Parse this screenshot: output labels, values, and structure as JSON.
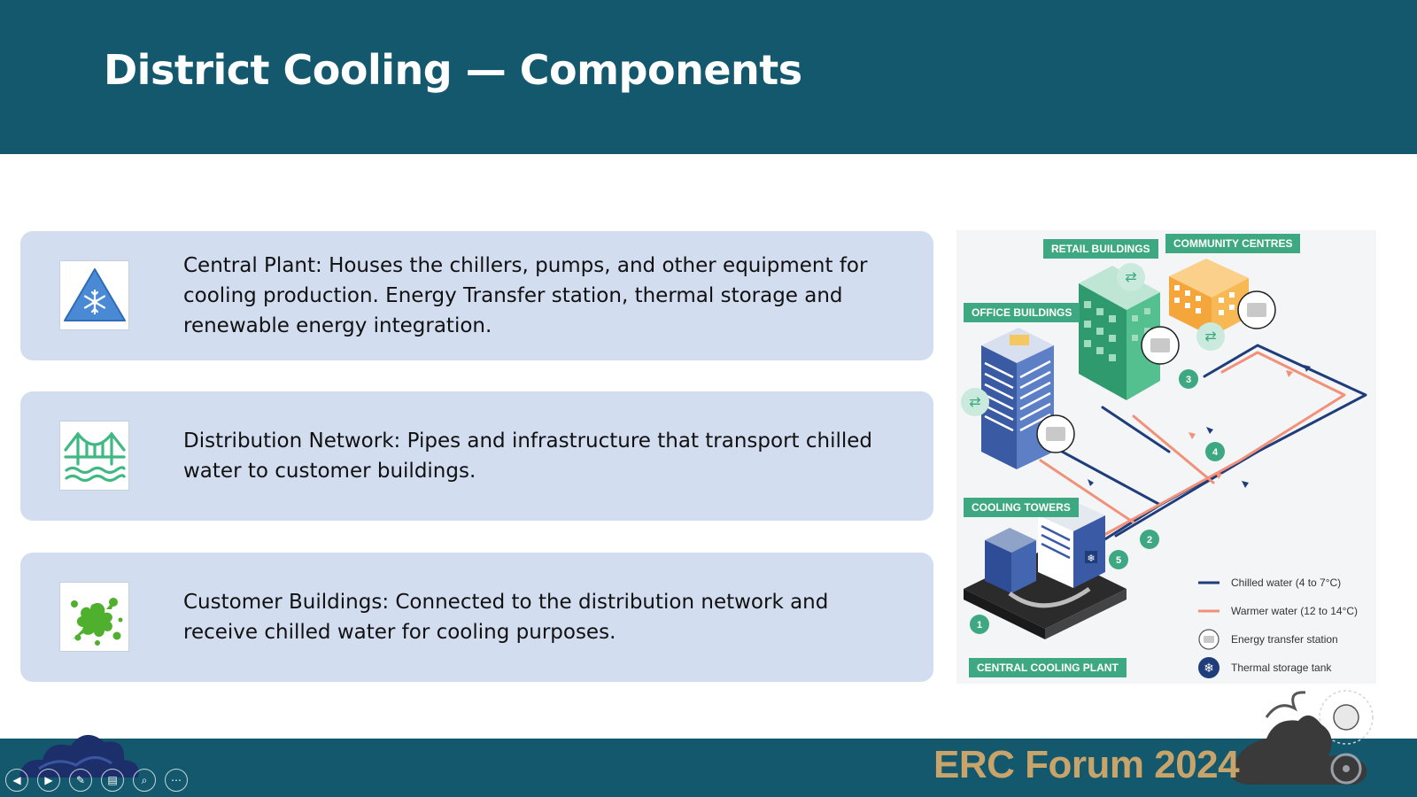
{
  "header": {
    "title": "District Cooling — Components"
  },
  "cards": [
    {
      "text": "Central Plant: Houses the chillers, pumps, and other equipment for cooling production. Energy Transfer station, thermal storage and renewable energy integration.",
      "icon": "snowflake-warning-icon"
    },
    {
      "text": "Distribution Network: Pipes and infrastructure that transport chilled water to customer buildings.",
      "icon": "bridge-icon"
    },
    {
      "text": "Customer Buildings: Connected to the distribution network and receive chilled water for cooling purposes.",
      "icon": "splash-icon"
    }
  ],
  "diagram": {
    "labels": {
      "retail": "RETAIL BUILDINGS",
      "community": "COMMUNITY CENTRES",
      "office": "OFFICE BUILDINGS",
      "cooling_towers": "COOLING TOWERS",
      "central_plant": "CENTRAL COOLING PLANT"
    },
    "markers": [
      "1",
      "2",
      "3",
      "4",
      "5"
    ],
    "legend": {
      "chilled": "Chilled water (4 to 7°C)",
      "warmer": "Warmer water (12 to 14°C)",
      "ets": "Energy transfer station",
      "storage": "Thermal storage tank"
    },
    "colors": {
      "chilled": "#1f3d7a",
      "warmer": "#f2917a",
      "green": "#3ea882",
      "orange": "#f5a63a"
    }
  },
  "footer": {
    "brand": "ERC Forum 2024"
  },
  "nav": {
    "prev": "◀",
    "next": "▶",
    "pen": "✎",
    "slides": "▤",
    "zoom": "⌕",
    "more": "⋯"
  }
}
